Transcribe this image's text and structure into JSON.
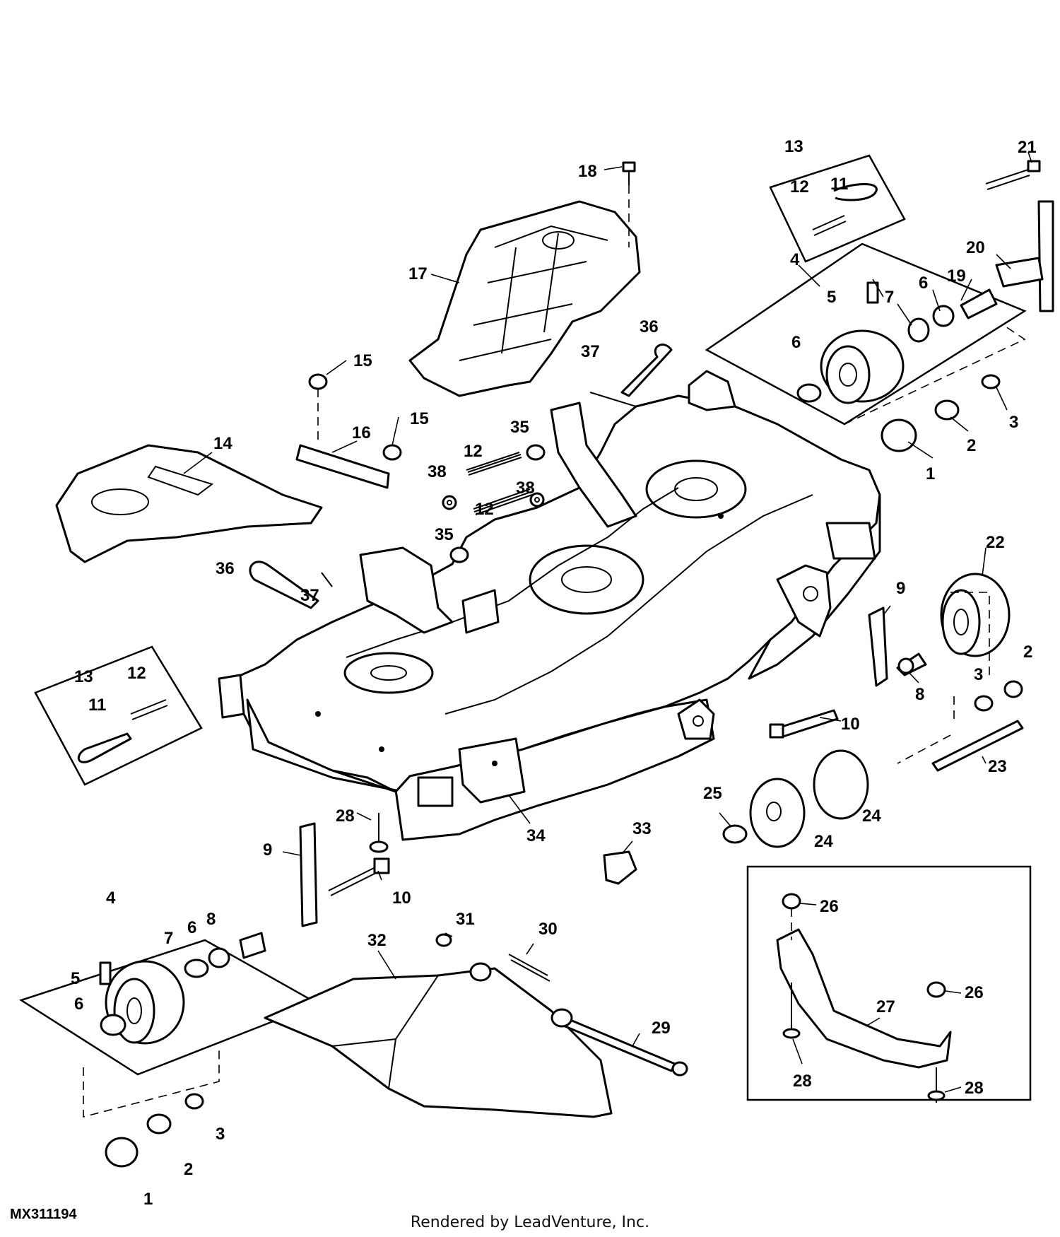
{
  "figure_id": "MX311194",
  "credit": "Rendered by LeadVenture, Inc.",
  "callouts": {
    "c1a": "1",
    "c1b": "1",
    "c2a": "2",
    "c2b": "2",
    "c2c": "2",
    "c3a": "3",
    "c3b": "3",
    "c3c": "3",
    "c4a": "4",
    "c4b": "4",
    "c5a": "5",
    "c5b": "5",
    "c6a": "6",
    "c6b": "6",
    "c6c": "6",
    "c6d": "6",
    "c7a": "7",
    "c7b": "7",
    "c8a": "8",
    "c8b": "8",
    "c9a": "9",
    "c9b": "9",
    "c10a": "10",
    "c10b": "10",
    "c11a": "11",
    "c11b": "11",
    "c12a": "12",
    "c12b": "12",
    "c12c": "12",
    "c12d": "12",
    "c13a": "13",
    "c13b": "13",
    "c14": "14",
    "c15a": "15",
    "c15b": "15",
    "c16": "16",
    "c17": "17",
    "c18": "18",
    "c19": "19",
    "c20": "20",
    "c21": "21",
    "c22": "22",
    "c23": "23",
    "c24a": "24",
    "c24b": "24",
    "c25": "25",
    "c26a": "26",
    "c26b": "26",
    "c27": "27",
    "c28a": "28",
    "c28b": "28",
    "c28c": "28",
    "c29": "29",
    "c30": "30",
    "c31": "31",
    "c32": "32",
    "c33": "33",
    "c34": "34",
    "c35a": "35",
    "c35b": "35",
    "c36a": "36",
    "c36b": "36",
    "c37a": "37",
    "c37b": "37",
    "c38a": "38",
    "c38b": "38"
  },
  "colors": {
    "line": "#000000",
    "background": "#ffffff"
  }
}
